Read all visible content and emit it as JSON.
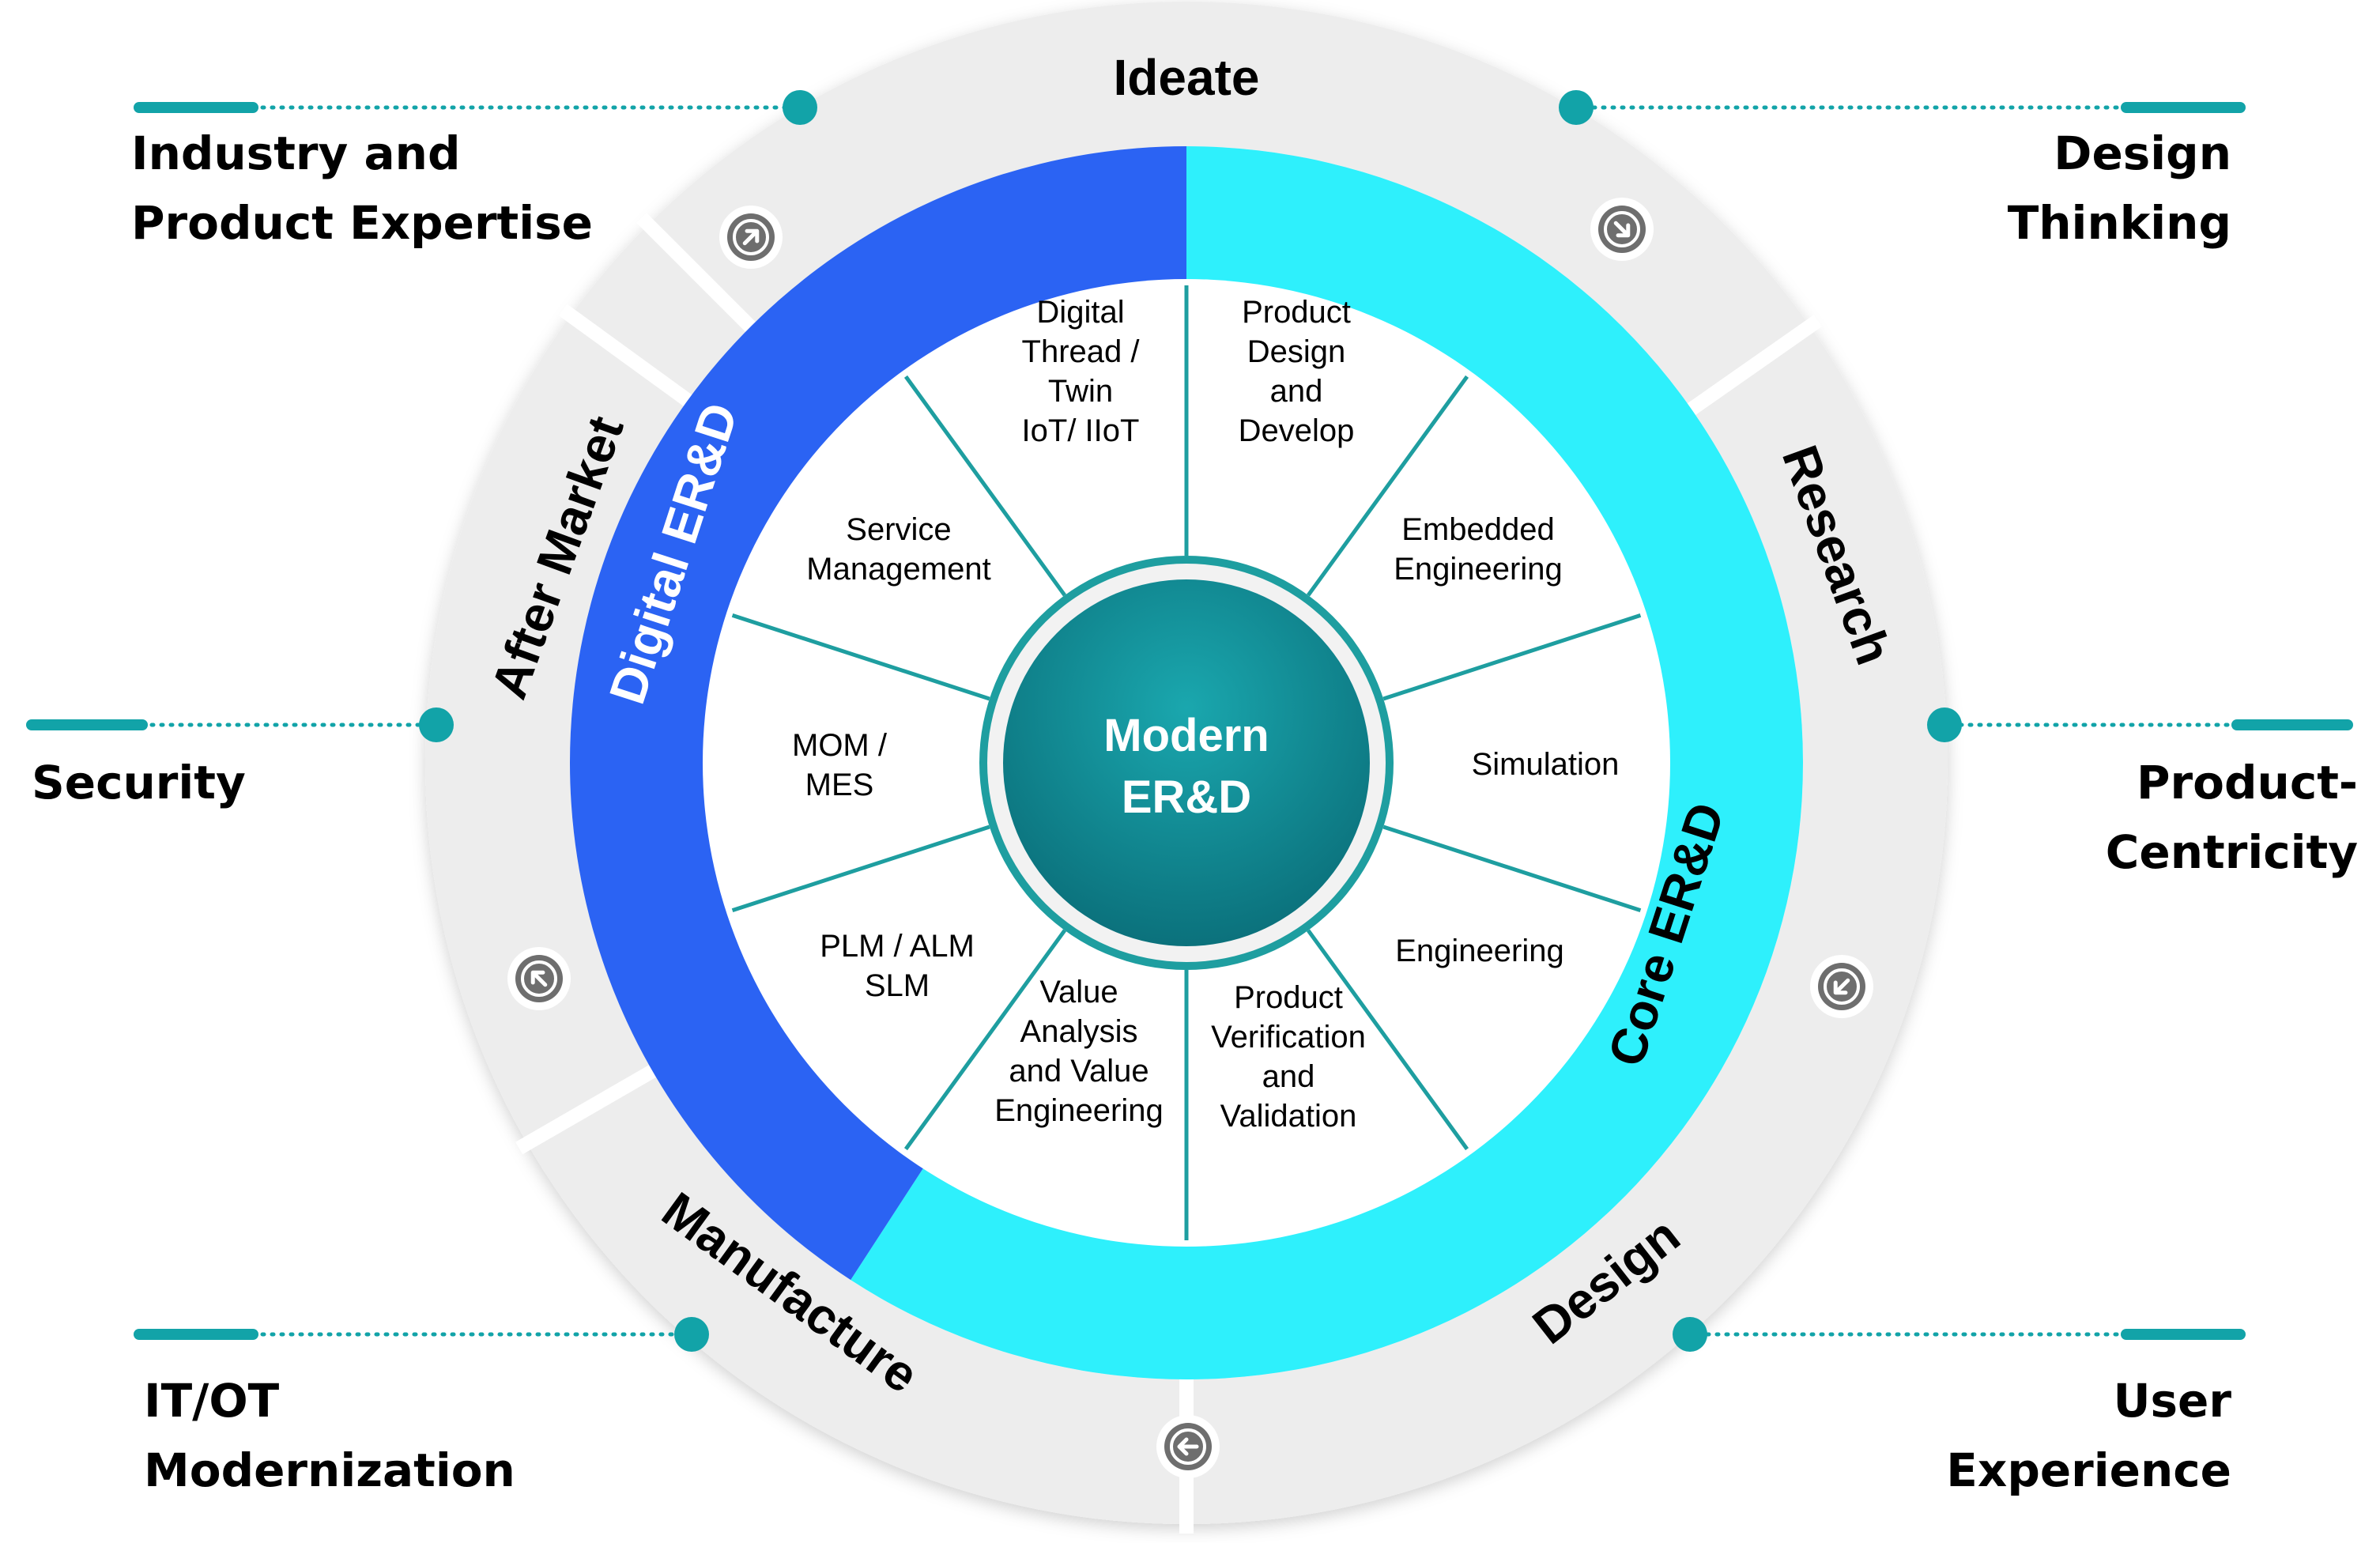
{
  "colors": {
    "teal": "#12a3a8",
    "digital_blue": "#2b63f3",
    "core_cyan": "#2ef0fc",
    "outer_ring": "#ededed",
    "divider": "#1e9ea0",
    "center_dark": "#0a6d78",
    "center_light": "#1aa7ae",
    "arrow_badge": "#6e6e6e"
  },
  "center": {
    "line1": "Modern",
    "line2": "ER&D"
  },
  "band_labels": {
    "digital": "Digital ER&D",
    "core": "Core ER&D"
  },
  "outer_stages": [
    {
      "key": "ideate",
      "label": "Ideate"
    },
    {
      "key": "research",
      "label": "Research"
    },
    {
      "key": "design",
      "label": "Design"
    },
    {
      "key": "manufacture",
      "label": "Manufacture"
    },
    {
      "key": "after_market",
      "label": "After Market"
    }
  ],
  "segments": [
    {
      "key": "product_design",
      "lines": [
        "Product",
        "Design",
        "and",
        "Develop"
      ]
    },
    {
      "key": "embedded",
      "lines": [
        "Embedded",
        "Engineering"
      ]
    },
    {
      "key": "simulation",
      "lines": [
        "Simulation"
      ]
    },
    {
      "key": "engineering",
      "lines": [
        "Engineering"
      ]
    },
    {
      "key": "verification",
      "lines": [
        "Product",
        "Verification",
        "and",
        "Validation"
      ]
    },
    {
      "key": "value_analysis",
      "lines": [
        "Value",
        "Analysis",
        "and Value",
        "Engineering"
      ]
    },
    {
      "key": "plm",
      "lines": [
        "PLM / ALM",
        "SLM"
      ]
    },
    {
      "key": "mom",
      "lines": [
        "MOM /",
        "MES"
      ]
    },
    {
      "key": "service",
      "lines": [
        "Service",
        "Management"
      ]
    },
    {
      "key": "digital_thread",
      "lines": [
        "Digital",
        "Thread /",
        "Twin",
        "IoT/ IIoT"
      ]
    }
  ],
  "side_labels": {
    "industry_expertise": [
      "Industry and",
      "Product Expertise"
    ],
    "design_thinking": [
      "Design",
      "Thinking"
    ],
    "security": [
      "Security"
    ],
    "product_centricity": [
      "Product-",
      "Centricity"
    ],
    "it_ot": [
      "IT/OT",
      "Modernization"
    ],
    "user_experience": [
      "User",
      "Experience"
    ]
  }
}
